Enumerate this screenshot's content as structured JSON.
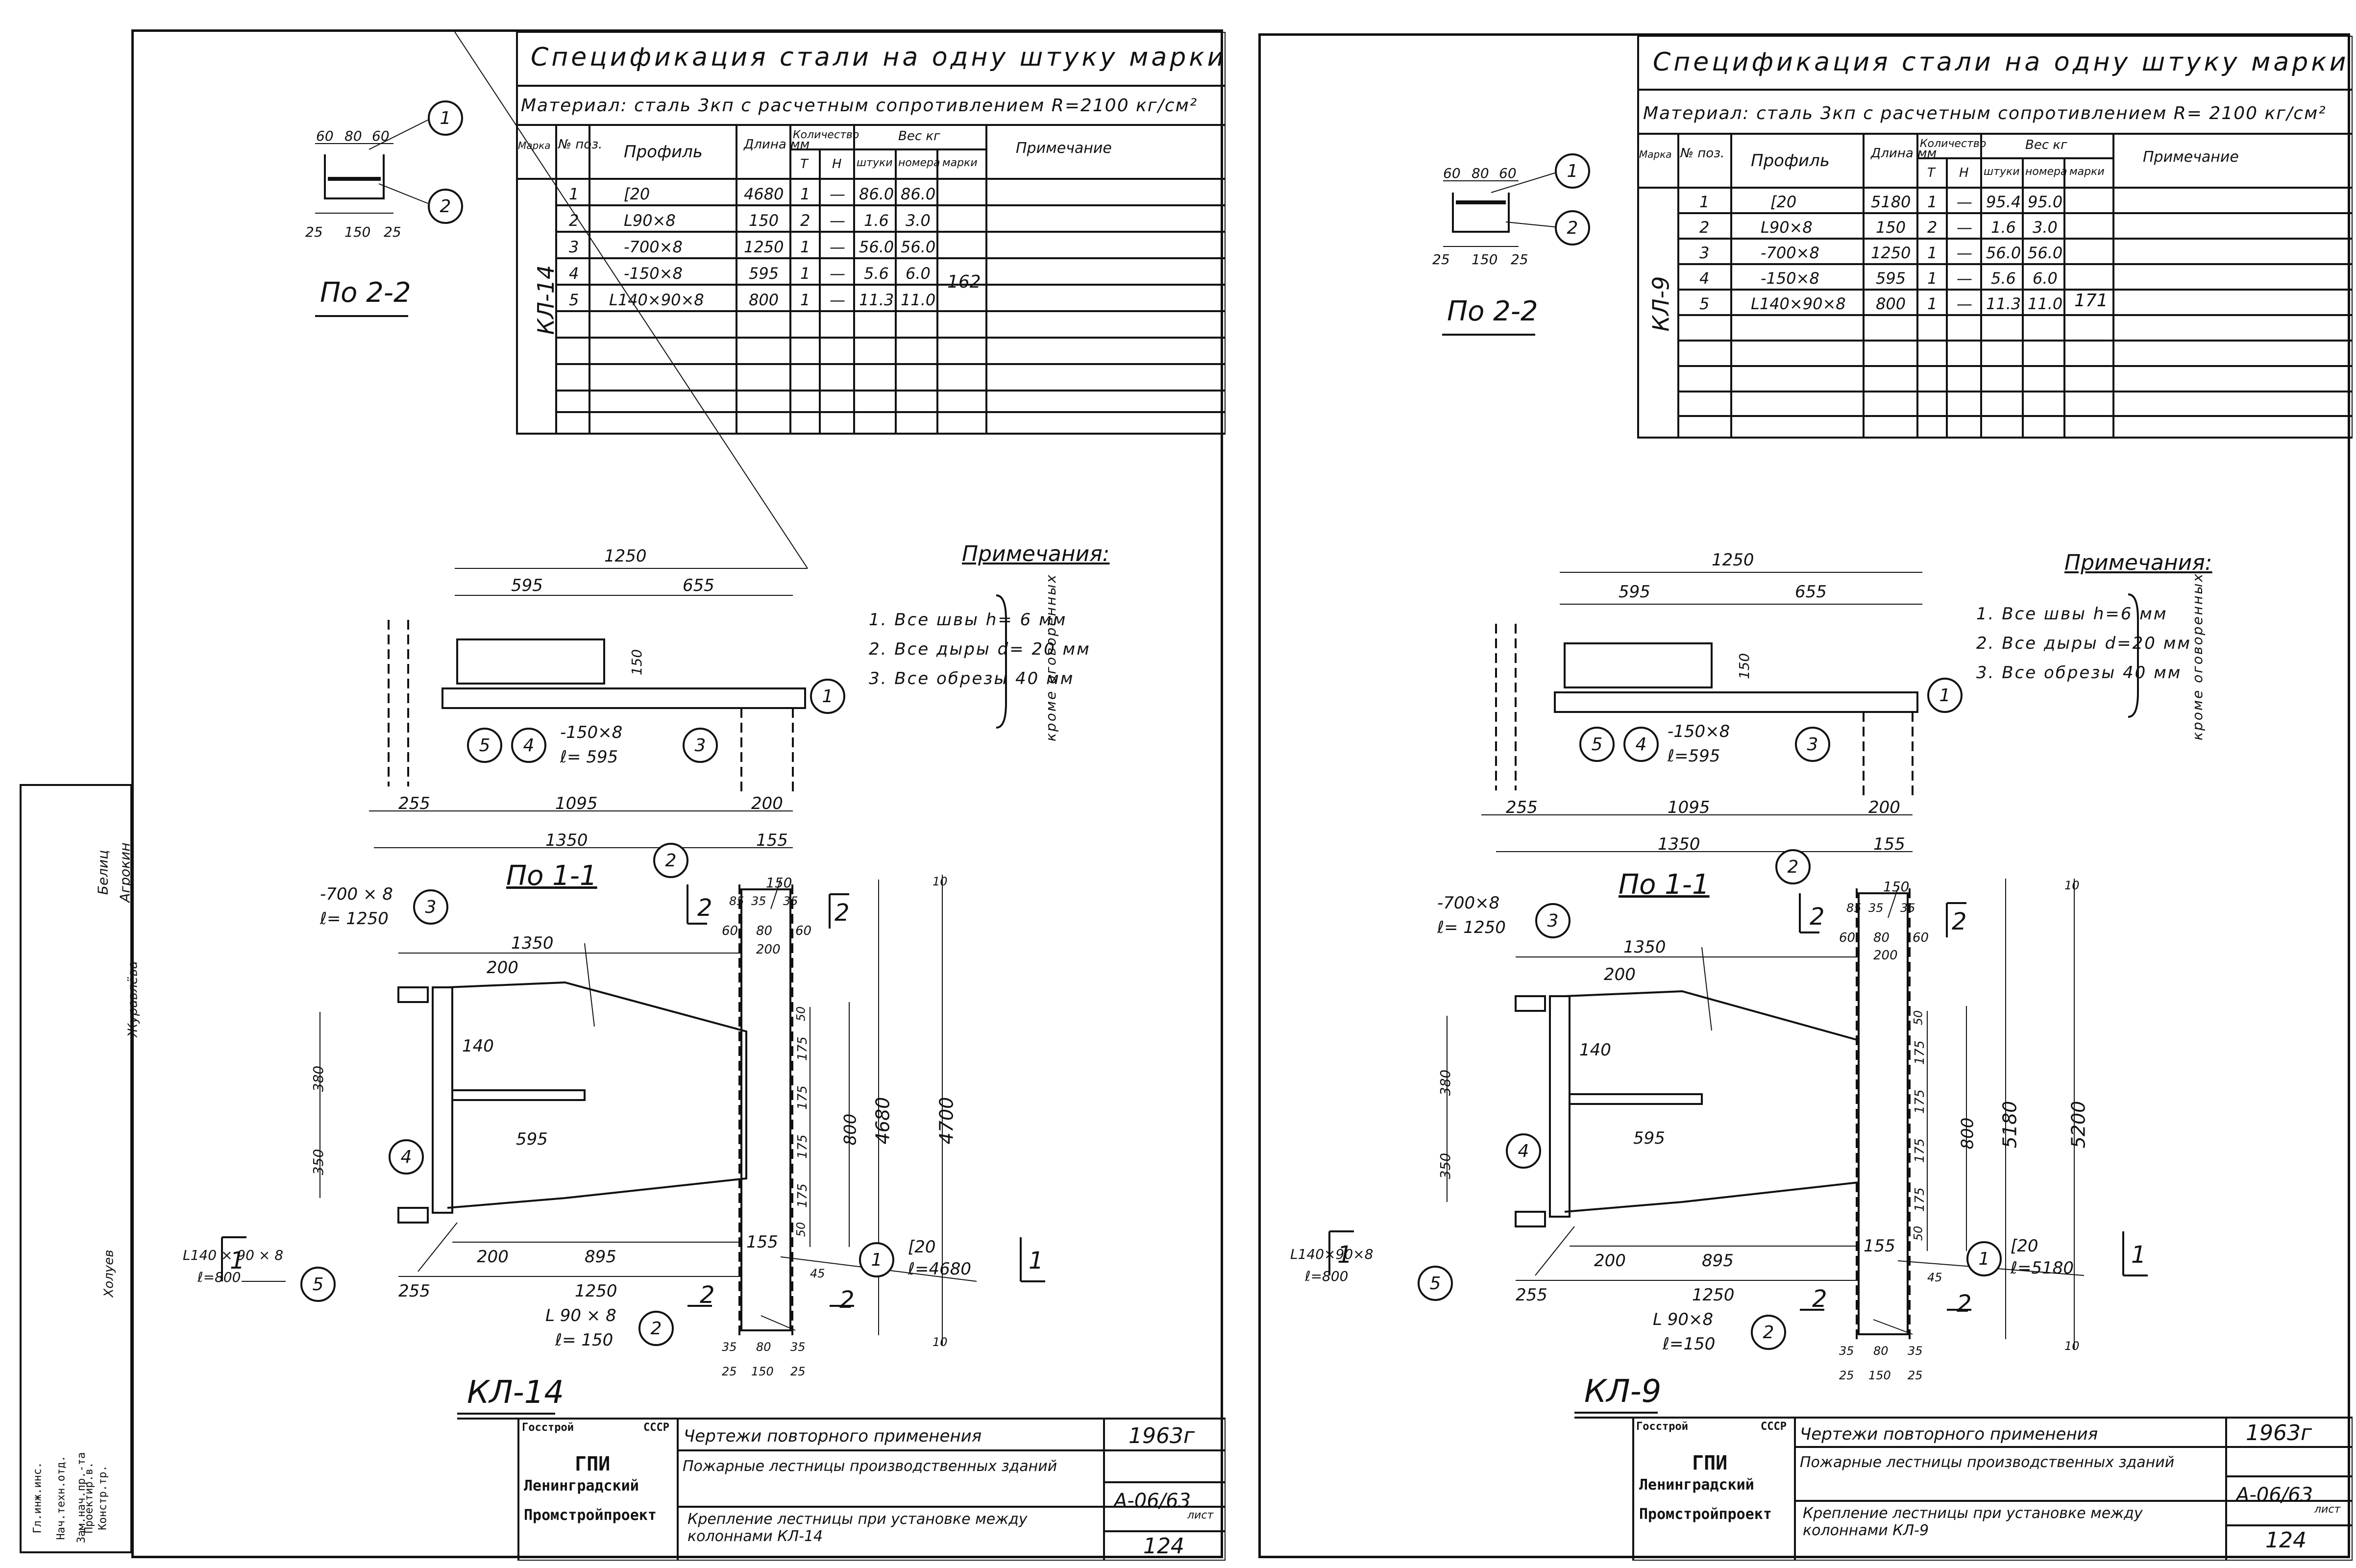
{
  "sheet_left": {
    "spec": {
      "title": "Спецификация стали на одну штуку марки",
      "material": "Материал: сталь 3кп с расчетным сопротивлением R=2100 кг/см²",
      "headers": {
        "mark": "Марка",
        "pos": "№ поз.",
        "profile": "Профиль",
        "length": "Длина мм",
        "qty": "Количество",
        "qty_t": "Т",
        "qty_n": "Н",
        "weight": "Вес кг",
        "w_unit": "штуки",
        "w_pos": "номера",
        "w_mark": "марки",
        "note": "Примечание"
      },
      "mark": "КЛ-14",
      "total": "162",
      "rows": [
        {
          "pos": "1",
          "profile": "[20",
          "length": "4680",
          "t": "1",
          "n": "—",
          "w1": "86.0",
          "w2": "86.0"
        },
        {
          "pos": "2",
          "profile": "L90×8",
          "length": "150",
          "t": "2",
          "n": "—",
          "w1": "1.6",
          "w2": "3.0"
        },
        {
          "pos": "3",
          "profile": "-700×8",
          "length": "1250",
          "t": "1",
          "n": "—",
          "w1": "56.0",
          "w2": "56.0"
        },
        {
          "pos": "4",
          "profile": "-150×8",
          "length": "595",
          "t": "1",
          "n": "—",
          "w1": "5.6",
          "w2": "6.0"
        },
        {
          "pos": "5",
          "profile": "L140×90×8",
          "length": "800",
          "t": "1",
          "n": "—",
          "w1": "11.3",
          "w2": "11.0"
        }
      ]
    },
    "section22": {
      "label": "По 2-2",
      "dims_top": [
        "60",
        "80",
        "60"
      ],
      "dims_bottom": [
        "25",
        "150",
        "25"
      ]
    },
    "section11": {
      "label": "По 1-1",
      "d1250": "1250",
      "d595": "595",
      "d655": "655",
      "d150": "150",
      "d255": "255",
      "d1095": "1095",
      "d200": "200",
      "d1350": "1350",
      "d155": "155",
      "plate": "-150×8",
      "plate_len": "ℓ= 595"
    },
    "notes": {
      "title": "Примечания:",
      "items": [
        "1. Все швы h= 6 мм",
        "2. Все дыры d= 20 мм",
        "3. Все обрезы 40 мм"
      ],
      "side": "кроме оговоренных"
    },
    "plan": {
      "label": "КЛ-14",
      "d1350": "1350",
      "d200a": "200",
      "d140": "140",
      "d595": "595",
      "d200b": "200",
      "d895": "895",
      "d255": "255",
      "d1250": "1250",
      "d155": "155",
      "d150": "150",
      "d60a": "60",
      "d80": "80",
      "d60b": "60",
      "d200c": "200",
      "d35a": "35",
      "d35b": "35",
      "d85": "85",
      "d10a": "10",
      "d10b": "10",
      "d380": "380",
      "d350": "350",
      "d175a": "175",
      "d175b": "175",
      "d175c": "175",
      "d175d": "175",
      "d50a": "50",
      "d50b": "50",
      "d800": "800",
      "d4680": "4680",
      "d4700": "4700",
      "d45": "45",
      "d35c": "35",
      "d80b": "80",
      "d35d": "35",
      "d25a": "25",
      "d150b": "150",
      "d25b": "25",
      "c_label": "[20",
      "c_len": "ℓ=4680",
      "p3": "-700 × 8",
      "p3_len": "ℓ= 1250",
      "p5": "L140 × 90 × 8",
      "p5_len": "ℓ=800",
      "p2": "L 90 × 8",
      "p2_len": "ℓ= 150",
      "cut1": "1",
      "cut2": "2"
    },
    "title_block": {
      "org1": "Госстрой",
      "org2": "СССР",
      "org3": "ГПИ",
      "org4": "Ленинградский",
      "org5": "Промстройпроект",
      "title": "Чертежи повторного применения",
      "year": "1963г",
      "subject": "Пожарные лестницы производственных зданий",
      "code": "А-06/63",
      "drawing": "Крепление лестницы при установке между колоннами КЛ-14",
      "sheet_label": "лист",
      "sheet": "124"
    },
    "stamp": {
      "roles": [
        "Гл.инж.инс.",
        "Нач.техн.отд.",
        "Зам.нач.пр.-та",
        "Проектир.в.",
        "Констр.тр."
      ],
      "names": [
        "Белиц",
        "Агрокин",
        "Холуев",
        "Журавлёва"
      ]
    }
  },
  "sheet_right": {
    "spec": {
      "title": "Спецификация стали на одну штуку марки",
      "material": "Материал: сталь 3кп с расчетным сопротивлением R= 2100 кг/см²",
      "headers": {
        "mark": "Марка",
        "pos": "№ поз.",
        "profile": "Профиль",
        "length": "Длина мм",
        "qty": "Количество",
        "qty_t": "Т",
        "qty_n": "Н",
        "weight": "Вес кг",
        "w_unit": "штуки",
        "w_pos": "номера",
        "w_mark": "марки",
        "note": "Примечание"
      },
      "mark": "КЛ-9",
      "total": "171",
      "rows": [
        {
          "pos": "1",
          "profile": "[20",
          "length": "5180",
          "t": "1",
          "n": "—",
          "w1": "95.4",
          "w2": "95.0"
        },
        {
          "pos": "2",
          "profile": "L90×8",
          "length": "150",
          "t": "2",
          "n": "—",
          "w1": "1.6",
          "w2": "3.0"
        },
        {
          "pos": "3",
          "profile": "-700×8",
          "length": "1250",
          "t": "1",
          "n": "—",
          "w1": "56.0",
          "w2": "56.0"
        },
        {
          "pos": "4",
          "profile": "-150×8",
          "length": "595",
          "t": "1",
          "n": "—",
          "w1": "5.6",
          "w2": "6.0"
        },
        {
          "pos": "5",
          "profile": "L140×90×8",
          "length": "800",
          "t": "1",
          "n": "—",
          "w1": "11.3",
          "w2": "11.0"
        }
      ]
    },
    "section22": {
      "label": "По 2-2",
      "dims_top": [
        "60",
        "80",
        "60"
      ],
      "dims_bottom": [
        "25",
        "150",
        "25"
      ]
    },
    "section11": {
      "label": "По 1-1",
      "d1250": "1250",
      "d595": "595",
      "d655": "655",
      "d150": "150",
      "d255": "255",
      "d1095": "1095",
      "d200": "200",
      "d1350": "1350",
      "d155": "155",
      "plate": "-150×8",
      "plate_len": "ℓ=595"
    },
    "notes": {
      "title": "Примечания:",
      "items": [
        "1. Все швы h=6 мм",
        "2. Все дыры d=20 мм",
        "3. Все обрезы 40 мм"
      ],
      "side": "кроме оговоренных"
    },
    "plan": {
      "label": "КЛ-9",
      "d1350": "1350",
      "d200a": "200",
      "d140": "140",
      "d595": "595",
      "d200b": "200",
      "d895": "895",
      "d255": "255",
      "d1250": "1250",
      "d155": "155",
      "d150": "150",
      "d60a": "60",
      "d80": "80",
      "d60b": "60",
      "d200c": "200",
      "d35a": "35",
      "d35b": "35",
      "d85": "85",
      "d10a": "10",
      "d10b": "10",
      "d380": "380",
      "d350": "350",
      "d175a": "175",
      "d175b": "175",
      "d175c": "175",
      "d175d": "175",
      "d50a": "50",
      "d50b": "50",
      "d800": "800",
      "d4680": "5180",
      "d4700": "5200",
      "d45": "45",
      "d35c": "35",
      "d80b": "80",
      "d35d": "35",
      "d25a": "25",
      "d150b": "150",
      "d25b": "25",
      "c_label": "[20",
      "c_len": "ℓ=5180",
      "p3": "-700×8",
      "p3_len": "ℓ= 1250",
      "p5": "L140×90×8",
      "p5_len": "ℓ=800",
      "p2": "L 90×8",
      "p2_len": "ℓ=150",
      "cut1": "1",
      "cut2": "2"
    },
    "title_block": {
      "org1": "Госстрой",
      "org2": "СССР",
      "org3": "ГПИ",
      "org4": "Ленинградский",
      "org5": "Промстройпроект",
      "title": "Чертежи повторного применения",
      "year": "1963г",
      "subject": "Пожарные лестницы производственных зданий",
      "code": "А-06/63",
      "drawing": "Крепление лестницы при установке между колоннами КЛ-9",
      "sheet_label": "лист",
      "sheet": "124"
    }
  }
}
